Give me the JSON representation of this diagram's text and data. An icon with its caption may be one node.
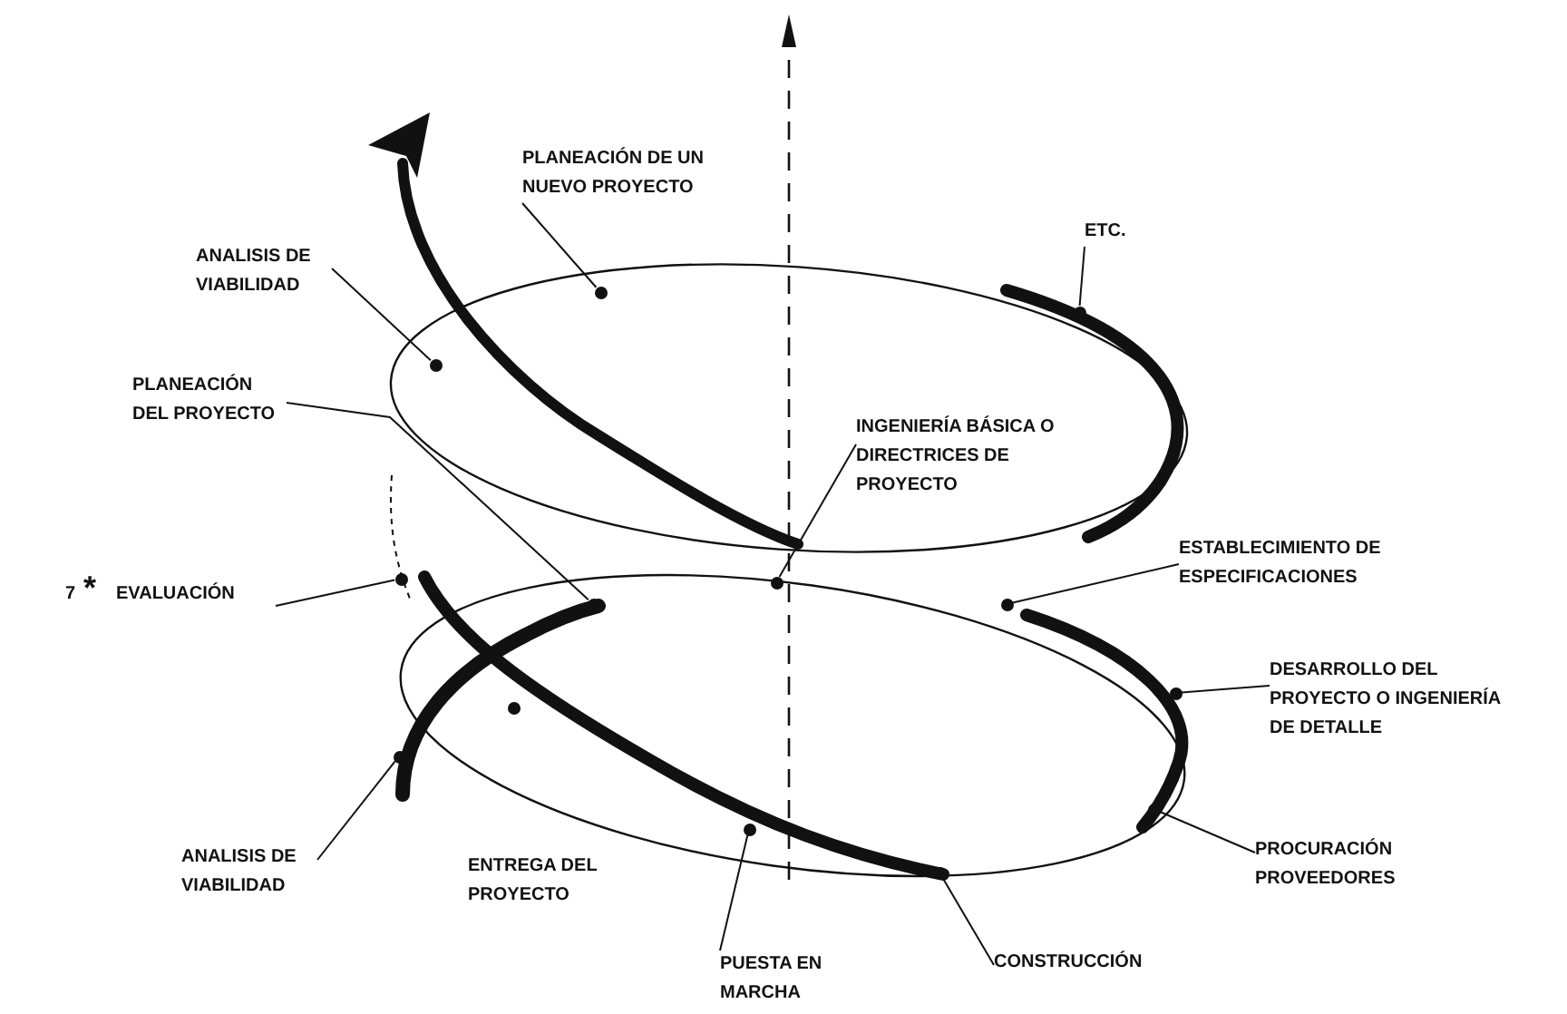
{
  "diagram": {
    "nodes": [
      {
        "text": [
          "PLANEACIÓN DE UN NUEVO PROYECTO"
        ]
      },
      {
        "text": [
          "ANALISIS DE VIABILIDAD"
        ]
      },
      {
        "text": [
          "ETC."
        ]
      },
      {
        "text": [
          "PLANEACIÓN DEL PROYECTO"
        ]
      },
      {
        "text": [
          "INGENIERÍA BÁSICA O DIRECTRICES DE PROYECTO"
        ]
      },
      {
        "text": [
          "EVALUACIÓN"
        ]
      },
      {
        "text": [
          "ESTABLECIMIENTO DE ESPECIFICACIONES"
        ]
      },
      {
        "text": [
          "DESARROLLO DEL PROYECTO O INGENIERÍA DE DETALLE"
        ]
      },
      {
        "text": [
          "ANALISIS DE VIABILIDAD"
        ]
      },
      {
        "text": [
          "PROCURACIÓN PROVEEDORES"
        ]
      },
      {
        "text": [
          "CONSTRUCCIÓN"
        ]
      },
      {
        "text": [
          "PUESTA EN MARCHA"
        ]
      },
      {
        "text": [],
        "shape": "circle"
      },
      {
        "text": [],
        "shape": "circle"
      },
      {
        "text": [],
        "shape": "circle"
      },
      {
        "text": [],
        "shape": "circle"
      },
      {
        "text": [],
        "shape": "circle"
      },
      {
        "text": [],
        "shape": "circle"
      },
      {
        "text": [],
        "shape": "circle"
      },
      {
        "text": [],
        "shape": "circle"
      },
      {
        "text": [],
        "shape": "circle"
      },
      {
        "text": [],
        "shape": "circle"
      },
      {
        "text": [],
        "shape": "circle"
      },
      {
        "text": [],
        "shape": "circle"
      },
      {
        "text": [],
        "shape": "circle"
      }
    ],
    "edges": [
      {
        "from": 0,
        "to": 17,
        "arrow": "none"
      },
      {
        "from": 1,
        "to": 14,
        "arrow": "none"
      },
      {
        "from": 2,
        "to": 22,
        "arrow": "none"
      },
      {
        "from": 3,
        "to": 16,
        "arrow": "none"
      },
      {
        "from": 4,
        "to": 19,
        "arrow": "none"
      },
      {
        "from": 5,
        "to": 13,
        "arrow": "none"
      },
      {
        "from": 6,
        "to": 21,
        "arrow": "none"
      },
      {
        "from": 7,
        "to": 24,
        "arrow": "none"
      },
      {
        "from": 8,
        "to": 12,
        "arrow": "none"
      },
      {
        "from": 9,
        "to": 23,
        "arrow": "none"
      },
      {
        "from": 10,
        "to": 20,
        "arrow": "none"
      },
      {
        "from": 11,
        "to": 18,
        "arrow": "none"
      }
    ],
    "labels": [
      "7",
      "*",
      "ENTREGA DEL PROYECTO"
    ]
  }
}
